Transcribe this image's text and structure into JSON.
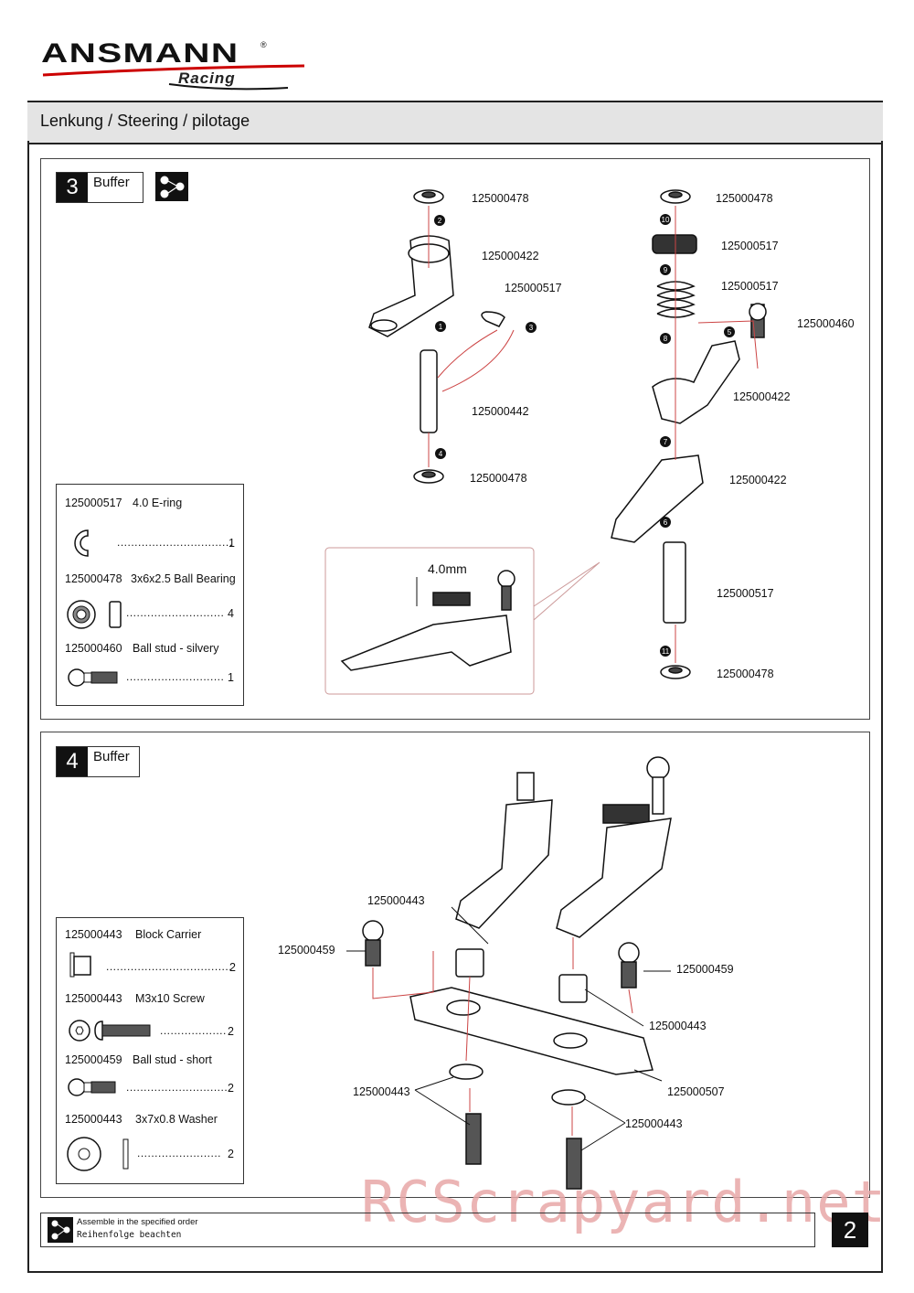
{
  "logo": {
    "brand": "ANSMANN",
    "sub": "Racing",
    "reg": "®"
  },
  "header": {
    "title": "Lenkung / Steering / pilotage"
  },
  "step3": {
    "number": "3",
    "label": "Buffer",
    "order_icon": "order-icon",
    "labels": {
      "a": "125000478",
      "b": "125000422",
      "c": "125000517",
      "d": "125000442",
      "e": "125000478",
      "f": "125000478",
      "g": "125000517",
      "h": "125000517",
      "i": "125000460",
      "j": "125000422",
      "k": "125000422",
      "l": "125000517",
      "m": "125000478"
    },
    "numbers": [
      "1",
      "2",
      "3",
      "4",
      "5",
      "6",
      "7",
      "8",
      "9",
      "10",
      "11"
    ],
    "detail": {
      "dim": "4.0mm"
    },
    "parts": [
      {
        "code": "125000517",
        "name": "4.0 E-ring",
        "qty": "1"
      },
      {
        "code": "125000478",
        "name": "3x6x2.5 Ball Bearing",
        "qty": "4"
      },
      {
        "code": "125000460",
        "name": "Ball stud - silvery",
        "qty": "1"
      }
    ]
  },
  "step4": {
    "number": "4",
    "label": "Buffer",
    "labels": {
      "a": "125000443",
      "b": "125000459",
      "c": "125000459",
      "d": "125000443",
      "e": "125000443",
      "f": "125000507",
      "g": "125000443"
    },
    "parts": [
      {
        "code": "125000443",
        "name": "Block Carrier",
        "qty": "2"
      },
      {
        "code": "125000443",
        "name": "M3x10 Screw",
        "qty": "2"
      },
      {
        "code": "125000459",
        "name": "Ball stud - short",
        "qty": "2"
      },
      {
        "code": "125000443",
        "name": "3x7x0.8 Washer",
        "qty": "2"
      }
    ]
  },
  "footer": {
    "line1": "Assemble in the specified order",
    "line2": "Reihenfolge beachten"
  },
  "page": {
    "number": "2"
  },
  "watermark": "RCScrapyard.net"
}
